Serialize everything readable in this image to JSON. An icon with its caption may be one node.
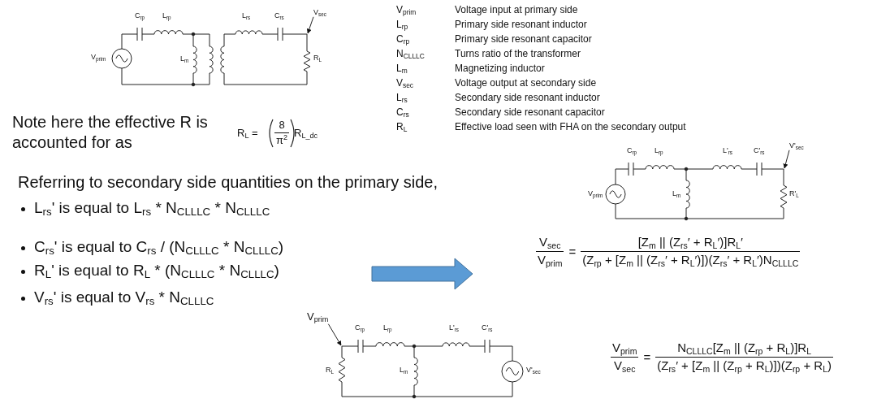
{
  "diagram": {
    "nodes": [
      {
        "text": [
          "V$_{sec}$"
        ]
      },
      {
        "text": [
          "V'$_{sec}$"
        ]
      },
      {
        "text": [
          "V$_{prim}$"
        ]
      },
      {
        "text": [],
        "shape": "picture"
      },
      {
        "text": [],
        "shape": "picture"
      },
      {
        "text": [],
        "shape": "picture"
      }
    ],
    "edges": [
      {
        "from": 0,
        "to": 3,
        "arrow": "to"
      },
      {
        "from": 1,
        "to": 4,
        "arrow": "to"
      },
      {
        "from": 2,
        "to": 5,
        "arrow": "to"
      }
    ],
    "labels": [
      "C$_{rp}$",
      "L$_{rp}$",
      "L$_{rs}$",
      "C$_{rs}$",
      "V$_{prim}$",
      "L$_{m}$",
      "R$_{L}$",
      "V$_{prim}$",
      "Voltage input at primary side",
      "L$_{rp}$",
      "Primary side resonant inductor",
      "C$_{rp}$",
      "Primary side resonant capacitor",
      "N$_{CLLLC}$",
      "Turns ratio of the transformer",
      "L$_{m}$",
      "Magnetizing inductor",
      "V$_{sec}$",
      "Voltage output at secondary side",
      "L$_{rs}$",
      "Secondary side resonant inductor",
      "C$_{rs}$",
      "Secondary side resonant capacitor",
      "R$_{L}$",
      "Effective load seen with FHA on the secondary output",
      "Note here the effective R is accounted for as",
      "R$_{L}$ =",
      "8",
      "π$^{2}$",
      "R$_{L_dc}$",
      "C$_{rp}$",
      "L$_{rp}$",
      "L'$_{rs}$",
      "C'$_{rs}$",
      "V$_{prim}$",
      "L$_{m}$",
      "R'$_{L}$",
      "Referring to secondary side quantities on the primary side,",
      "L$_{rs}$' is equal to L$_{rs}$ * N$_{CLLLC}$ * N$_{CLLLC}$",
      "C$_{rs}$' is equal to C$_{rs}$ / (N$_{CLLLC}$ * N$_{CLLLC}$)",
      "R$_{L}$' is equal to R$_{L}$ * (N$_{CLLLC}$ * N$_{CLLLC}$)",
      "V$_{rs}$' is equal to V$_{rs}$ * N$_{CLLLC}$",
      "V$_{sec}$",
      "V$_{prim}$",
      "=",
      "[Z$_{m}$ || (Z$_{rs}$′ + R$_{L}$′)]R$_{L}$′",
      "(Z$_{rp}$ + [Z$_{m}$ || (Z$_{rs}$′ + R$_{L}$′)])(Z$_{rs}$′ + R$_{L}$′)N$_{CLLLC}$",
      "C$_{rp}$",
      "L$_{rp}$",
      "L'$_{rs}$",
      "C'$_{rs}$",
      "R$_{L}$",
      "L$_{m}$",
      "V'$_{sec}$",
      "V$_{prim}$",
      "V$_{sec}$",
      "=",
      "N$_{CLLLC}$[Z$_{m}$ || (Z$_{rp}$ + R$_{L}$)]R$_{L}$",
      "(Z$_{rs}$′ + [Z$_{m}$ || (Z$_{rp}$ + R$_{L}$)])(Z$_{rp}$ + R$_{L}$)"
    ]
  }
}
